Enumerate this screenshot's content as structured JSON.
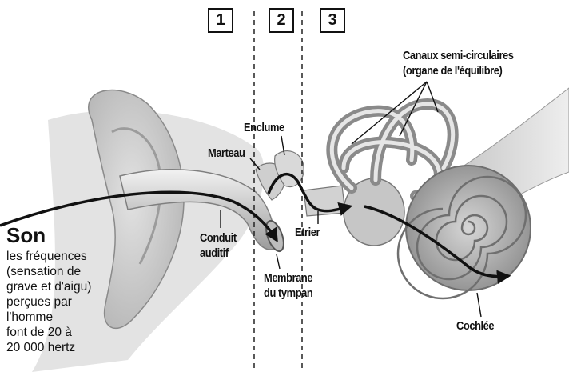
{
  "zones": [
    "1",
    "2",
    "3"
  ],
  "son": {
    "title": "Son",
    "lines": [
      "les fréquences",
      "(sensation de",
      "grave et d'aigu)",
      "perçues par",
      "l'homme",
      "font de 20 à",
      "20 000 hertz"
    ]
  },
  "labels": {
    "canaux_line1": "Canaux semi-circulaires",
    "canaux_line2": "(organe de l'équilibre)",
    "enclume": "Enclume",
    "marteau": "Marteau",
    "etrier": "Etrier",
    "conduit_line1": "Conduit",
    "conduit_line2": "auditif",
    "membrane_line1": "Membrane",
    "membrane_line2": "du tympan",
    "cochlee": "Cochlée"
  }
}
